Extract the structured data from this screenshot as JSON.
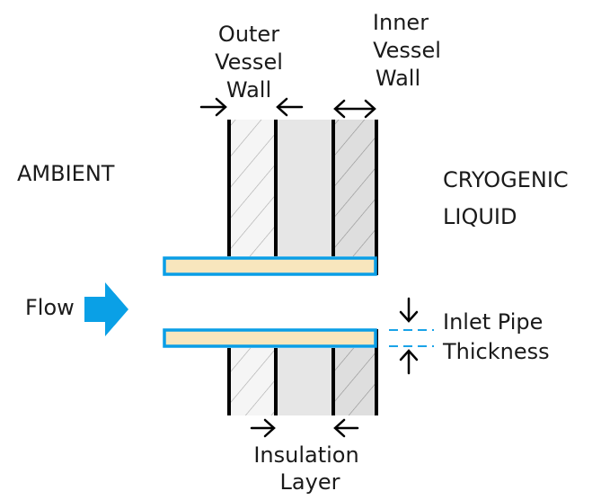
{
  "labels": {
    "outer_wall": [
      "Outer",
      "Vessel",
      "Wall"
    ],
    "inner_wall": [
      "Inner",
      "Vessel",
      "Wall"
    ],
    "ambient": "AMBIENT",
    "cryogenic": [
      "CRYOGENIC",
      "LIQUID"
    ],
    "flow": "Flow",
    "pipe_thickness": [
      "Inlet Pipe",
      "Thickness"
    ],
    "insulation": [
      "Insulation",
      "Layer"
    ]
  },
  "colors": {
    "outer_wall_fill": "#f5f5f5",
    "insulation_fill": "#e6e6e6",
    "inner_wall_fill": "#dedede",
    "hatch": "#9a9a9a",
    "wall_line": "#000000",
    "pipe_fill": "#f8e6bd",
    "pipe_outline": "#0a9ee6",
    "flow_arrow": "#0aa0e6",
    "dashed": "#1aa3e8"
  }
}
